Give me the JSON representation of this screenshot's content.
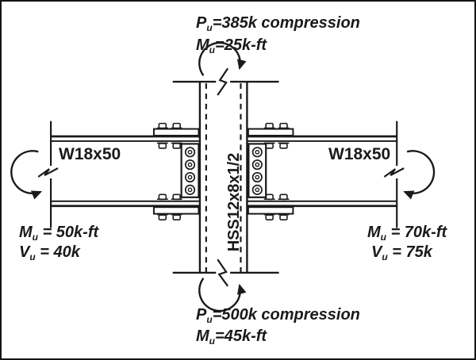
{
  "colors": {
    "ink": "#1a1a1a",
    "background": "#ffffff"
  },
  "members": {
    "left_beam": {
      "label": "W18x50"
    },
    "right_beam": {
      "label": "W18x50"
    },
    "column": {
      "label": "HSS12x8x1/2"
    }
  },
  "loads": {
    "top": {
      "line1": {
        "sym": "P",
        "sub": "u",
        "rest": "=385k compression"
      },
      "line2": {
        "sym": "M",
        "sub": "u",
        "rest": "=25k-ft"
      }
    },
    "bottom": {
      "line1": {
        "sym": "P",
        "sub": "u",
        "rest": "=500k compression"
      },
      "line2": {
        "sym": "M",
        "sub": "u",
        "rest": "=45k-ft"
      }
    },
    "left_beam_end": {
      "line1": {
        "sym": "M",
        "sub": "u",
        "rest": " = 50k-ft"
      },
      "line2": {
        "sym": "V",
        "sub": "u",
        "rest": " = 40k"
      }
    },
    "right_beam_end": {
      "line1": {
        "sym": "M",
        "sub": "u",
        "rest": " = 70k-ft"
      },
      "line2": {
        "sym": "V",
        "sub": "u",
        "rest": " = 75k"
      }
    }
  }
}
